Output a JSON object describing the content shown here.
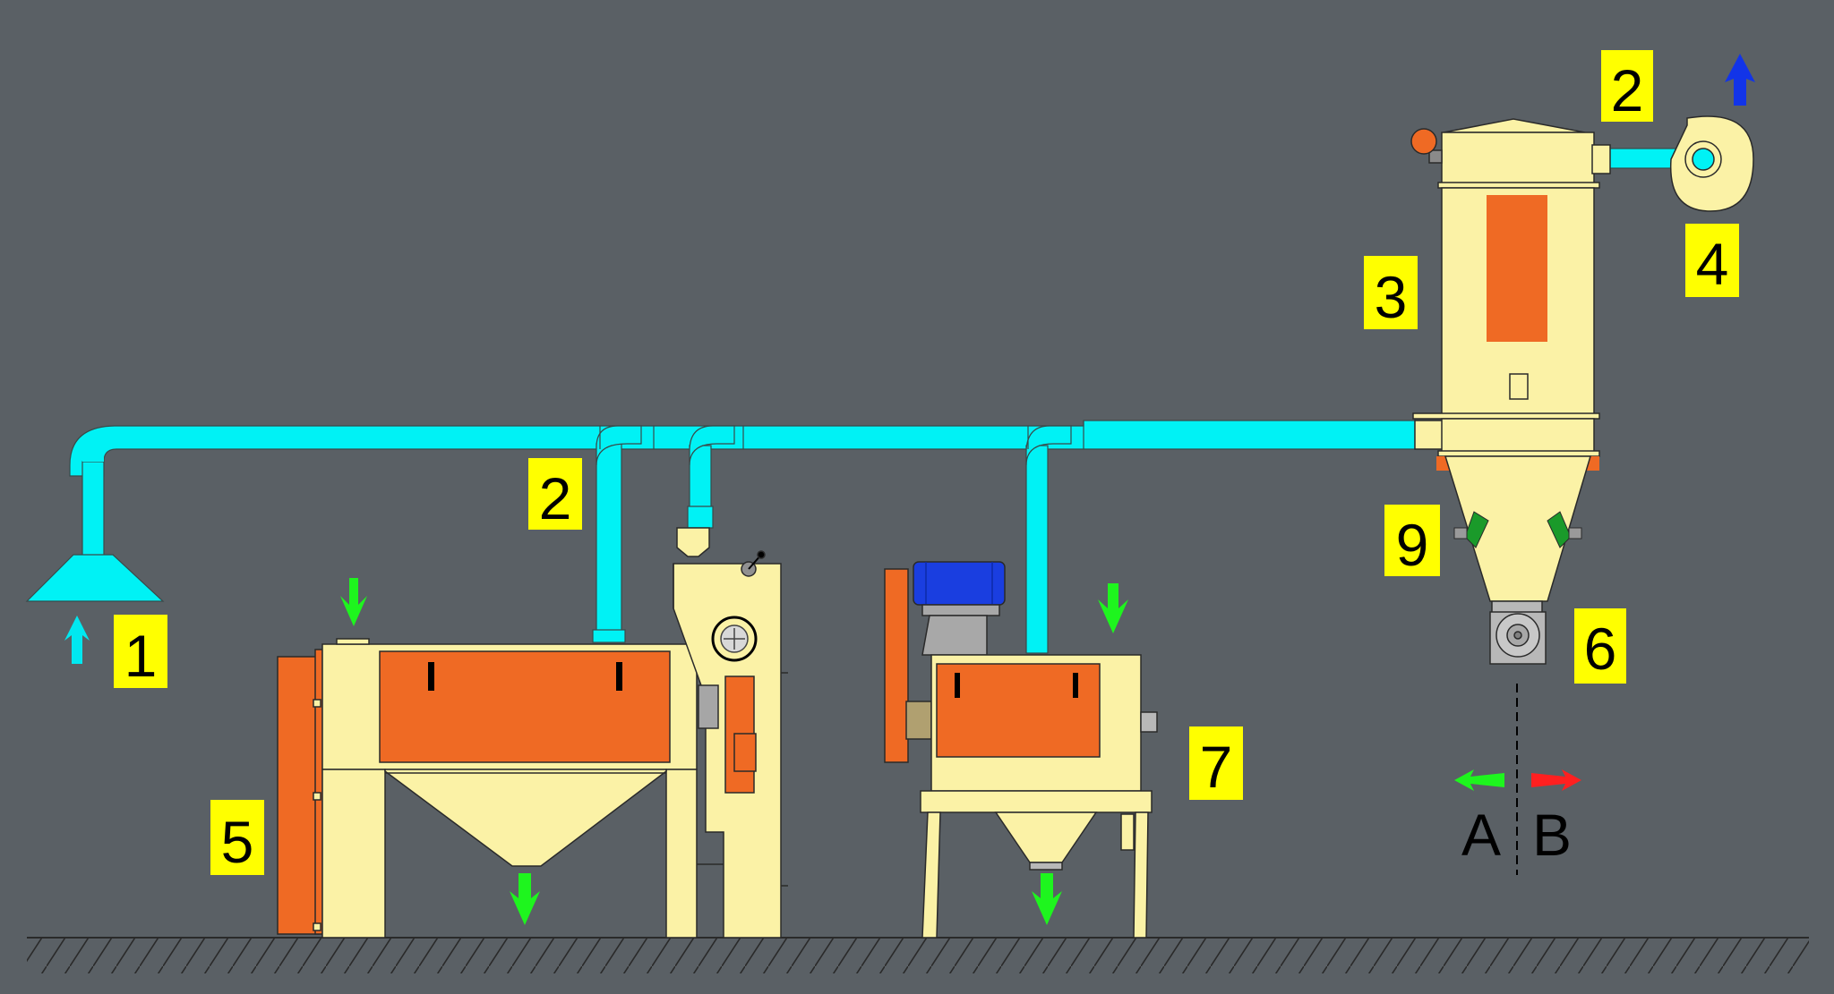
{
  "labels": {
    "hood": "1",
    "duct_upper": "2",
    "duct_middle": "2",
    "filter": "3",
    "fan": "4",
    "separator": "5",
    "airlock": "6",
    "scourer": "7",
    "vibrator": "9",
    "option_a": "A",
    "option_b": "B"
  },
  "colors": {
    "background": "#5a6065",
    "machine_body": "#fbf2a6",
    "panel": "#ef6a24",
    "duct": "#00f2f5",
    "motor": "#1a3ee0",
    "label_bg": "#ffff00",
    "flow_arrow": "#1ef51e",
    "exhaust_arrow": "#1234e8",
    "intake_arrow": "#00e8f0",
    "option_b_arrow": "#ff2020",
    "outline": "#2a2a2a"
  }
}
